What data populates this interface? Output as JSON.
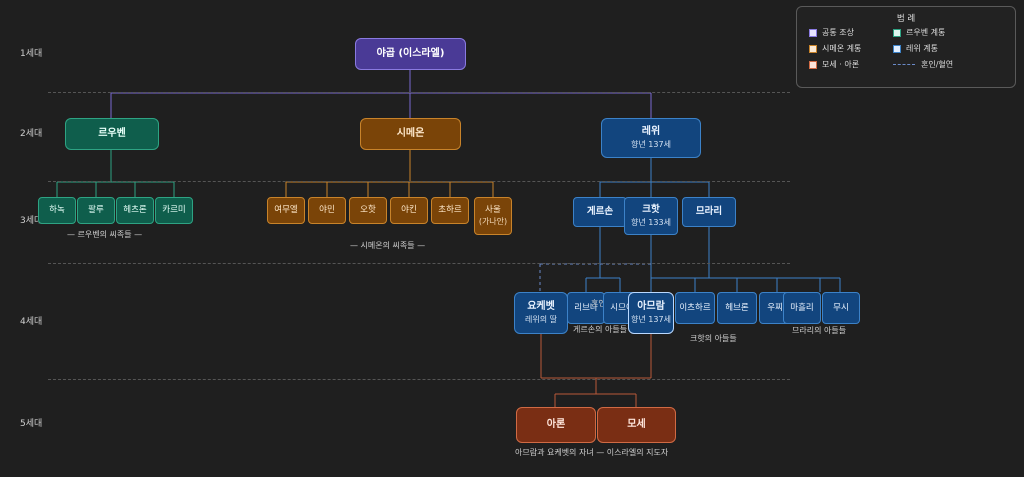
{
  "generations": [
    "1세대",
    "2세대",
    "3세대",
    "4세대",
    "5세대"
  ],
  "gen1": {
    "jacob": "야곱 (이스라엘)"
  },
  "gen2": {
    "reuben": "르우벤",
    "simeon": "시메온",
    "levi": "레위",
    "levi_note": "향년 137세"
  },
  "gen3": {
    "reuben_sons": [
      "하녹",
      "팔루",
      "헤츠론",
      "카르미"
    ],
    "reuben_caption": "— 르우벤의 씨족들 —",
    "simeon_sons": [
      "여무엘",
      "야민",
      "오핫",
      "야킨",
      "초하르"
    ],
    "shaul": "사울",
    "shaul_note": "(가나안)",
    "simeon_caption": "— 시메온의 씨족들 —",
    "gershon": "게르손",
    "kohath": "크핫",
    "kohath_note": "향년 133세",
    "merari": "므라리"
  },
  "gen4": {
    "jochebed": "요케벳",
    "jochebed_note": "레위의 딸",
    "libni": "리브나",
    "marriage_label": "혼인",
    "shimi": "시므이",
    "gershon_caption": "게르손의 아들들",
    "amram": "아므람",
    "amram_note": "향년 137세",
    "izhar": "이츠하르",
    "hebron": "헤브론",
    "uzziel": "우찌엘",
    "kohath_caption": "크핫의 아들들",
    "mahli": "마흘리",
    "mushi": "무시",
    "merari_caption": "므라리의 아들들"
  },
  "gen5": {
    "aaron": "아론",
    "moses": "모세",
    "caption": "아므람과 요케벳의 자녀 — 이스라엘의 지도자"
  },
  "legend": {
    "title": "범 례",
    "items": [
      "공통 조상",
      "르우벤 계통",
      "시메온 계통",
      "레위 계통",
      "모세 · 아론"
    ],
    "line_label": "혼인/혈연"
  },
  "colors": {
    "ancestor": "#4a3a96",
    "reuben": "#0f5e4c",
    "simeon": "#7a4408",
    "levi": "#12457e",
    "moses_aaron": "#7a2e14"
  }
}
